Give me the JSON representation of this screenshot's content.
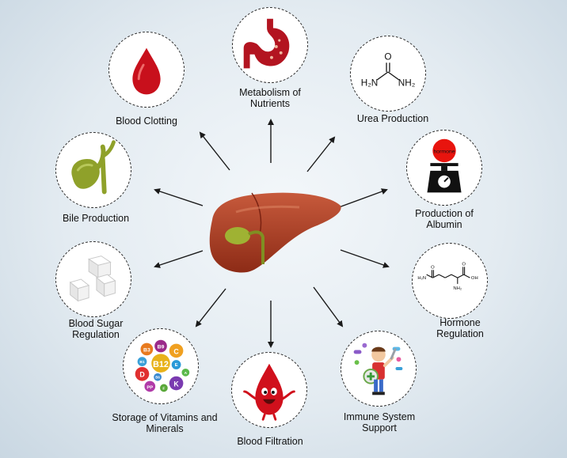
{
  "center": {
    "icon": "liver-icon"
  },
  "functions": [
    {
      "id": "metabolism",
      "label": "Metabolism of Nutrients",
      "icon": "stomach-icon"
    },
    {
      "id": "blood-clotting",
      "label": "Blood Clotting",
      "icon": "blood-drop-icon"
    },
    {
      "id": "urea",
      "label": "Urea Production",
      "icon": "urea-molecule-icon",
      "formula_left": "H₂N",
      "formula_right": "NH₂",
      "atom": "O"
    },
    {
      "id": "bile",
      "label": "Bile Production",
      "icon": "gallbladder-icon"
    },
    {
      "id": "albumin",
      "label": "Production of Albumin",
      "icon": "scale-icon",
      "ball_text": "hormone"
    },
    {
      "id": "blood-sugar",
      "label": "Blood Sugar Regulation",
      "icon": "sugar-cubes-icon"
    },
    {
      "id": "hormone",
      "label": "Hormone Regulation",
      "icon": "molecule-icon",
      "atoms": {
        "h2n": "H₂N",
        "oh": "OH",
        "o1": "O",
        "o2": "O",
        "nh2": "NH₂"
      }
    },
    {
      "id": "vitamins",
      "label": "Storage of Vitamins and Minerals",
      "icon": "vitamins-icon",
      "badges": [
        "B3",
        "B9",
        "C",
        "B1",
        "B12",
        "E",
        "A",
        "D",
        "B6",
        "PP",
        "F",
        "K"
      ]
    },
    {
      "id": "filtration",
      "label": "Blood Filtration",
      "icon": "blood-character-icon"
    },
    {
      "id": "immune",
      "label": "Immune System Support",
      "icon": "immune-kid-icon"
    }
  ],
  "colors": {
    "blood": "#c8101c",
    "liver": "#a6381f",
    "gallbladder": "#8fa12a",
    "outline": "#2b2b2b"
  }
}
